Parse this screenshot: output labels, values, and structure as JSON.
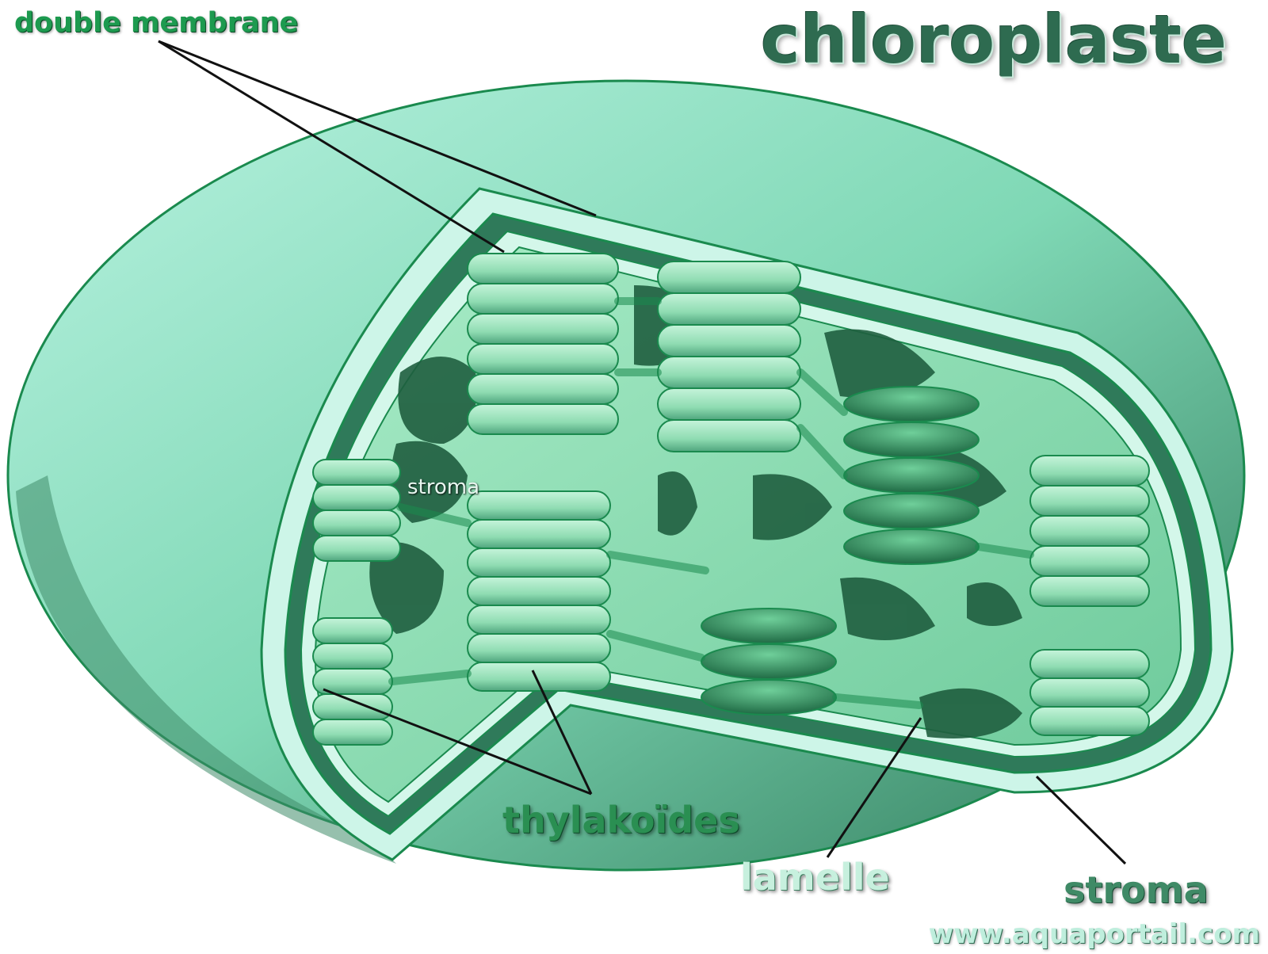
{
  "title": "chloroplaste",
  "labels": {
    "double_membrane": "double membrane",
    "thylakoides": "thylakoïdes",
    "lamelle": "lamelle",
    "stroma_outer": "stroma",
    "stroma_inner": "stroma"
  },
  "credit": "www.aquaportail.com",
  "colors": {
    "outer_shell": "#8fe0c0",
    "shell_dark": "#2f7a5a",
    "interior": "#8fdcb2",
    "stroma_dark": "#1f5e3f",
    "grana": "#9be6bd",
    "outline": "#1a8a4e",
    "title": "#2e6b50"
  }
}
